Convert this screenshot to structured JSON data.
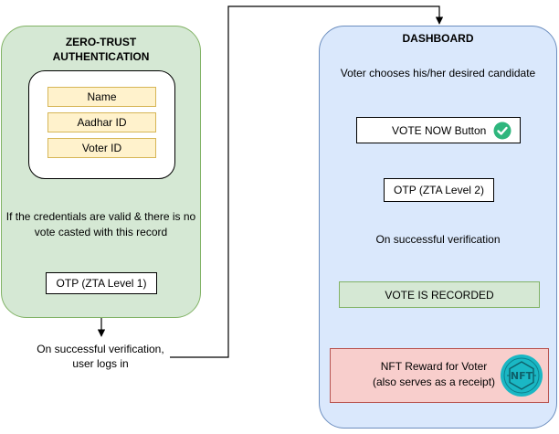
{
  "left_panel": {
    "title_line1": "ZERO-TRUST",
    "title_line2": "AUTHENTICATION",
    "fields": [
      "Name",
      "Aadhar ID",
      "Voter ID"
    ],
    "condition_line1": "If the credentials are valid & there is no",
    "condition_line2": "vote casted with this record",
    "otp1": "OTP (ZTA Level 1)"
  },
  "middle": {
    "login_line1": "On successful verification,",
    "login_line2": "user logs in"
  },
  "right_panel": {
    "title": "DASHBOARD",
    "choose_text": "Voter chooses his/her desired candidate",
    "vote_button": "VOTE NOW Button",
    "otp2": "OTP (ZTA Level 2)",
    "verification_text": "On successful verification",
    "recorded": "VOTE IS RECORDED",
    "reward_line1": "NFT Reward for Voter",
    "reward_line2": "(also serves as a receipt)",
    "nft_badge": "NFT"
  },
  "colors": {
    "green_fill": "#d5e8d4",
    "blue_fill": "#dae8fc",
    "yellow_fill": "#fff2cc",
    "red_fill": "#f8cecc",
    "check_green": "#2eb67d",
    "nft_teal": "#1ab7c4"
  }
}
